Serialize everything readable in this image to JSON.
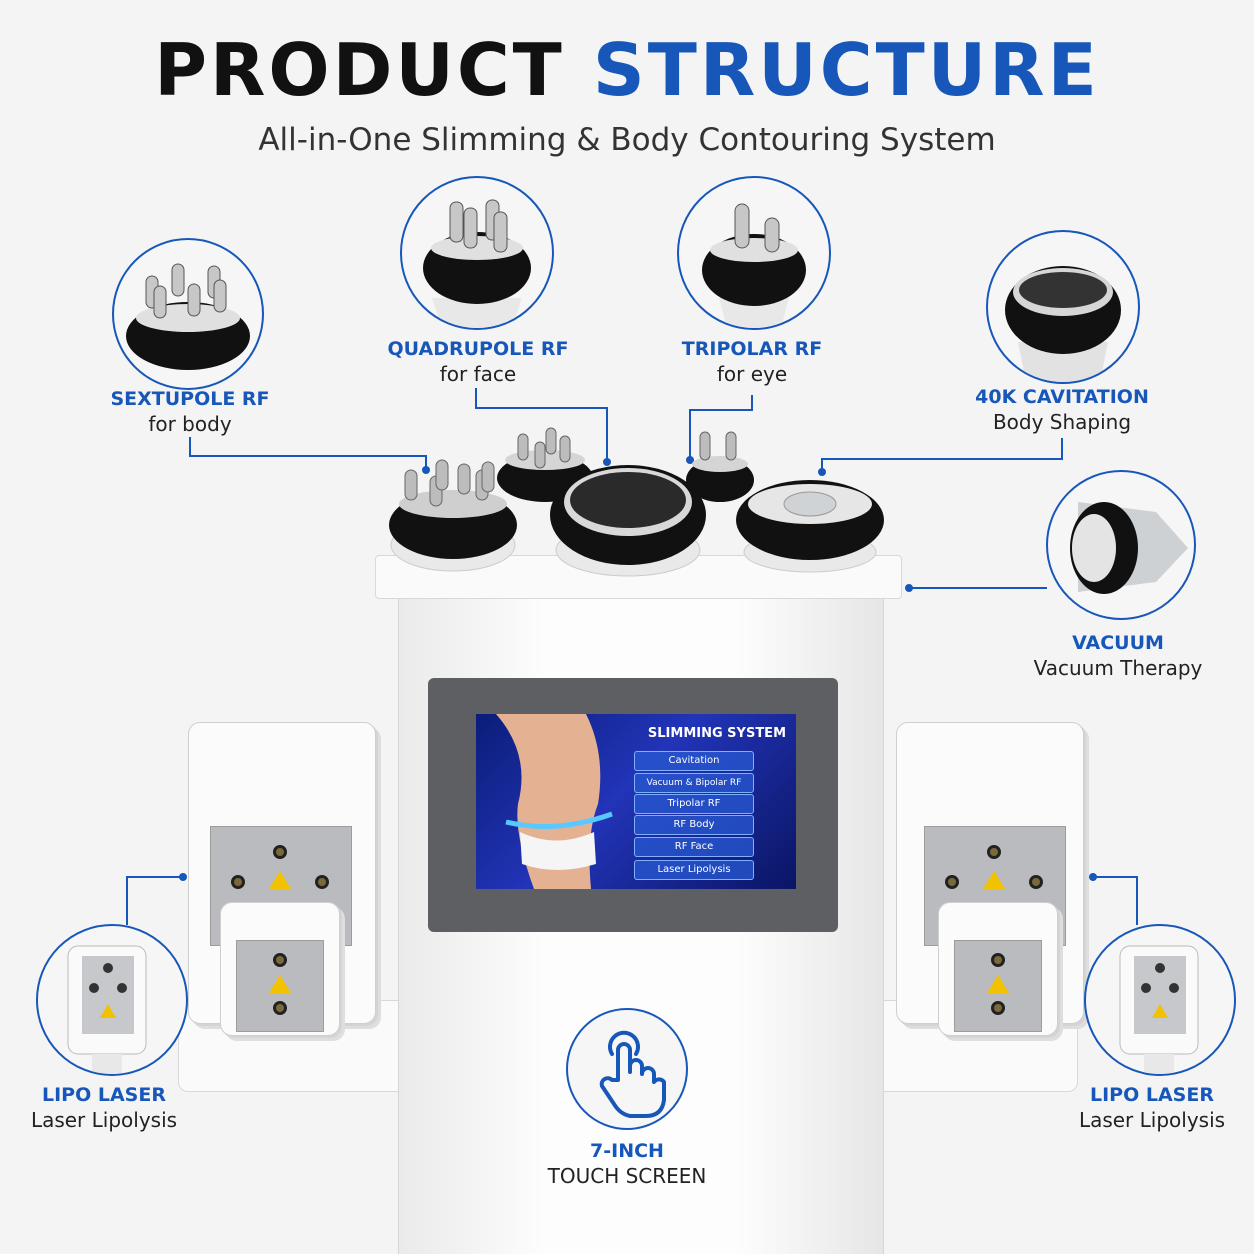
{
  "header": {
    "title_part1": "PRODUCT",
    "title_part2": "STRUCTURE",
    "subtitle": "All-in-One Slimming & Body Contouring System"
  },
  "colors": {
    "accent": "#1757b9",
    "text": "#222222",
    "background": "#f4f4f4"
  },
  "callouts": {
    "sextupole": {
      "name": "SEXTUPOLE RF",
      "desc": "for body",
      "icon": "sextupole-rf-head"
    },
    "quadrupole": {
      "name": "QUADRUPOLE RF",
      "desc": "for face",
      "icon": "quadrupole-rf-head"
    },
    "tripolar": {
      "name": "TRIPOLAR RF",
      "desc": "for eye",
      "icon": "tripolar-rf-head"
    },
    "cavitation": {
      "name": "40K CAVITATION",
      "desc": "Body Shaping",
      "icon": "cavitation-head"
    },
    "vacuum": {
      "name": "VACUUM",
      "desc": "Vacuum Therapy",
      "icon": "vacuum-head"
    },
    "lipo_left": {
      "name": "LIPO LASER",
      "desc": "Laser Lipolysis",
      "icon": "lipo-laser-pad"
    },
    "lipo_right": {
      "name": "LIPO LASER",
      "desc": "Laser Lipolysis",
      "icon": "lipo-laser-pad"
    },
    "touch": {
      "name": "7-INCH",
      "desc": "TOUCH SCREEN",
      "icon": "touch-hand-icon"
    }
  },
  "screen": {
    "title": "SLIMMING SYSTEM",
    "menu": [
      "Cavitation",
      "Vacuum & Bipolar RF",
      "Tripolar RF",
      "RF Body",
      "RF Face",
      "Laser Lipolysis"
    ]
  }
}
